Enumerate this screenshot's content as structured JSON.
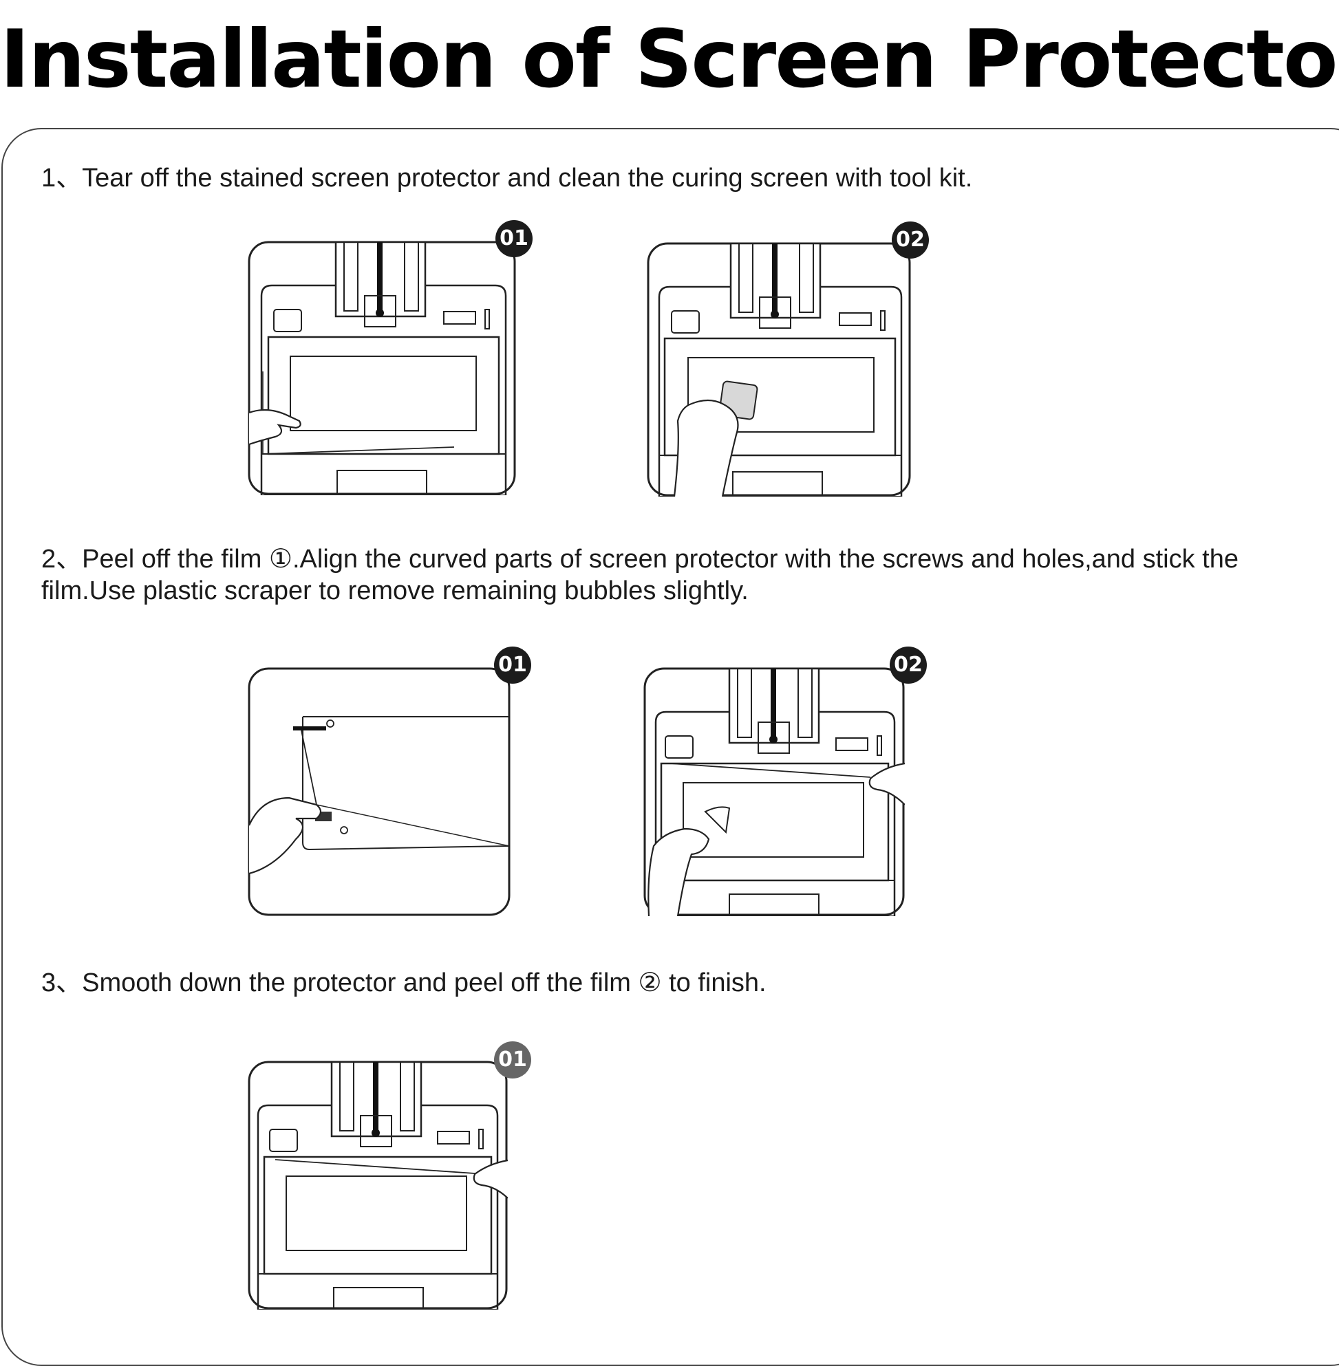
{
  "title": "Installation of Screen Protector",
  "steps": [
    {
      "text": "1、Tear off the stained screen protector and clean the curing screen with tool kit.",
      "badges": [
        "01",
        "02"
      ]
    },
    {
      "text": "2、Peel off the film ①.Align the curved parts of screen protector with the screws and holes,and stick the film.Use plastic scraper to remove remaining bubbles slightly.",
      "badges": [
        "01",
        "02"
      ]
    },
    {
      "text": "3、Smooth down the protector and peel off the film ② to finish.",
      "badges": [
        "01"
      ]
    }
  ],
  "icons": {
    "printer": "resin-printer-illustration",
    "hand": "hand-illustration",
    "film": "protector-film-illustration"
  },
  "colors": {
    "badge": "#1c1c1c",
    "badge_faded": "#666666",
    "line": "#222222"
  }
}
